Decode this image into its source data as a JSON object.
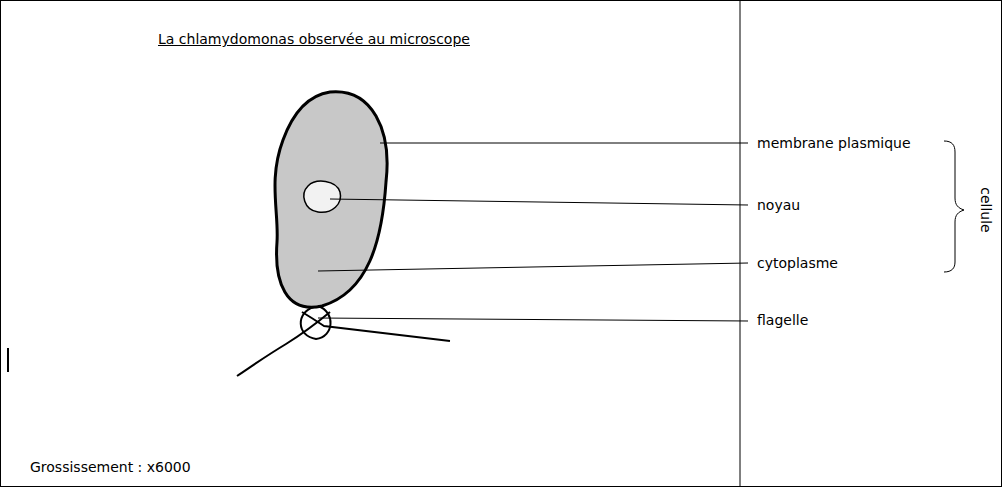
{
  "diagram": {
    "title": "La chlamydomonas observée au microscope",
    "labels": [
      "membrane plasmique",
      "noyau",
      "cytoplasme",
      "flagelle",
      "cellule",
      "Grossissement : x6000"
    ]
  }
}
